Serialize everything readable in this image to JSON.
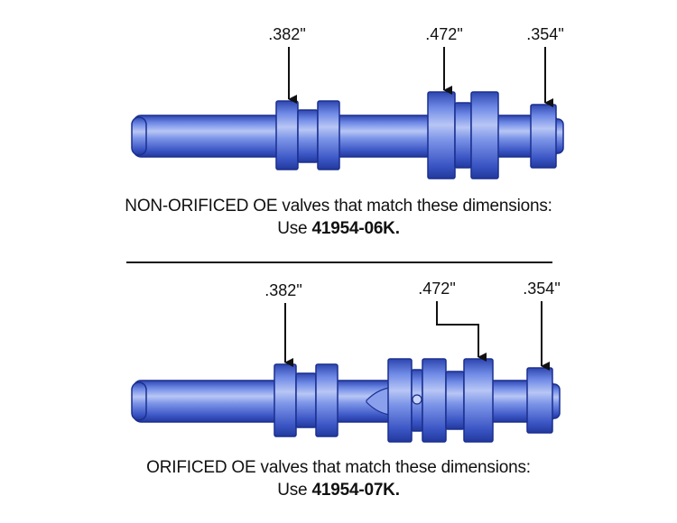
{
  "colors": {
    "shaft_light": "#a9b9f2",
    "shaft_mid": "#5f7ce0",
    "shaft_dark": "#2d46b0",
    "outline": "#1a2f8f",
    "arrow": "#111111"
  },
  "top": {
    "dim_left": ".382\"",
    "dim_mid": ".472\"",
    "dim_right": ".354\"",
    "caption_line1": "NON-ORIFICED OE valves that match these dimensions:",
    "caption_line2_prefix": "Use ",
    "caption_line2_part": "41954-06K."
  },
  "bottom": {
    "dim_left": ".382\"",
    "dim_mid": ".472\"",
    "dim_right": ".354\"",
    "caption_line1": "ORIFICED OE valves that match these dimensions:",
    "caption_line2_prefix": "Use ",
    "caption_line2_part": "41954-07K."
  }
}
